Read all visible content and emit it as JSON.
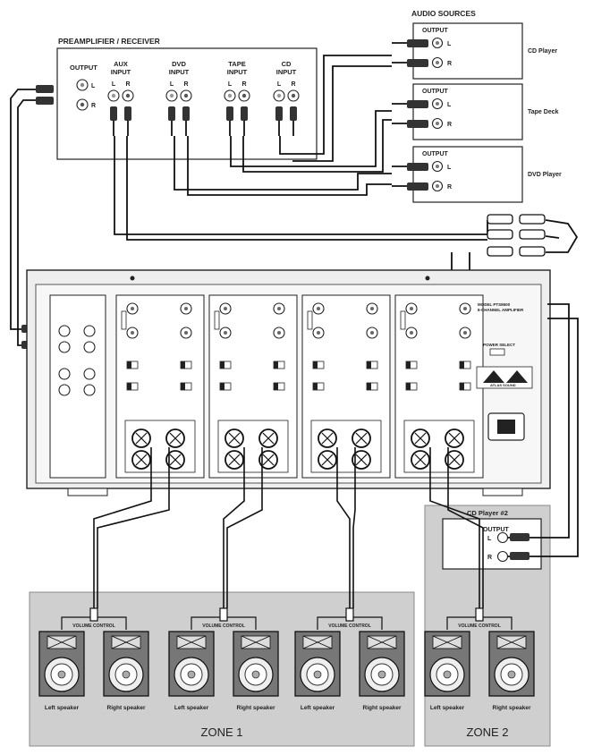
{
  "preamp": {
    "title": "PREAMPLIFIER / RECEIVER",
    "output_label": "OUTPUT",
    "inputs": [
      {
        "line1": "AUX",
        "line2": "INPUT"
      },
      {
        "line1": "DVD",
        "line2": "INPUT"
      },
      {
        "line1": "TAPE",
        "line2": "INPUT"
      },
      {
        "line1": "CD",
        "line2": "INPUT"
      }
    ],
    "left": "L",
    "right": "R"
  },
  "audio_sources": {
    "title": "AUDIO SOURCES",
    "output_label": "OUTPUT",
    "left": "L",
    "right": "R",
    "devices": [
      "CD Player",
      "Tape Deck",
      "DVD Player"
    ]
  },
  "amplifier": {
    "model_line1": "MODEL PTS8600",
    "model_line2": "8-CHANNEL AMPLIFIER",
    "power_select": "POWER SELECT",
    "brand": "ATLAS SOUND"
  },
  "cd_player_2": {
    "title": "CD Player #2",
    "output_label": "OUTPUT",
    "left": "L",
    "right": "R"
  },
  "zones": [
    {
      "label": "ZONE 1",
      "groups": [
        {
          "volume": "VOLUME CONTROL",
          "left": "Left speaker",
          "right": "Right speaker"
        },
        {
          "volume": "VOLUME CONTROL",
          "left": "Left speaker",
          "right": "Right speaker"
        },
        {
          "volume": "VOLUME CONTROL",
          "left": "Left speaker",
          "right": "Right speaker"
        }
      ]
    },
    {
      "label": "ZONE 2",
      "groups": [
        {
          "volume": "VOLUME CONTROL",
          "left": "Left speaker",
          "right": "Right speaker"
        }
      ]
    }
  ]
}
